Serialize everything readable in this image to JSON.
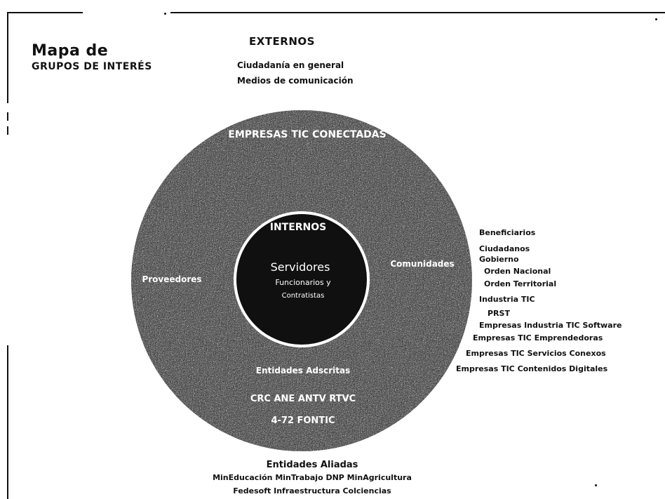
{
  "title": {
    "main": "Mapa de",
    "sub": "GRUPOS DE INTERÉS"
  },
  "external": {
    "heading": "EXTERNOS",
    "items": [
      "Ciudadanía en general",
      "Medios de comunicación"
    ]
  },
  "ring": {
    "top": "EMPRESAS TIC CONECTADAS",
    "left": "Proveedores",
    "right": "Comunidades",
    "bottom_1": "Entidades Adscritas",
    "bottom_2": "CRC  ANE  ANTV  RTVC",
    "bottom_3": "4-72  FONTIC"
  },
  "internal": {
    "heading": "INTERNOS",
    "title": "Servidores",
    "line1": "Funcionarios y",
    "line2": "Contratistas"
  },
  "right_list": [
    "Beneficiarios",
    "Ciudadanos",
    "Gobierno",
    "Orden Nacional",
    "Orden Territorial",
    "Industria TIC",
    "PRST",
    "Empresas Industria TIC Software",
    "Empresas TIC Emprendedoras",
    "Empresas TIC Servicios Conexos",
    "Empresas TIC Contenidos Digitales"
  ],
  "allied": {
    "heading": "Entidades Aliadas",
    "line1": "MinEducación  MinTrabajo  DNP  MinAgricultura",
    "line2": "Fedesoft  Infraestructura  Colciencias"
  },
  "colors": {
    "ring_fill": "#5a5a5a",
    "inner_fill": "#101010",
    "text": "#111111",
    "background": "#ffffff"
  }
}
